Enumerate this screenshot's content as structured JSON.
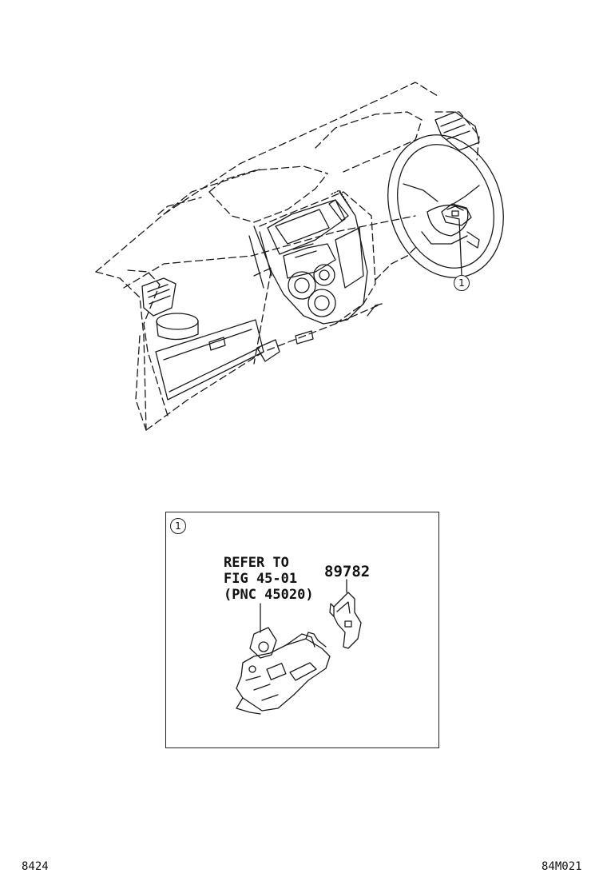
{
  "callout": {
    "number": "1"
  },
  "detail": {
    "index_label": "1",
    "refer_lines": [
      "REFER TO",
      "FIG 45-01",
      "(PNC 45020)"
    ],
    "part_number": "89782"
  },
  "footer": {
    "left_code": "8424",
    "right_code": "84M021"
  },
  "icons": {
    "dashboard": "dashboard-outline-illustration",
    "steering_switch": "steering-switch-icon",
    "switch_assembly": "switch-assembly-icon",
    "bracket": "bracket-icon"
  }
}
